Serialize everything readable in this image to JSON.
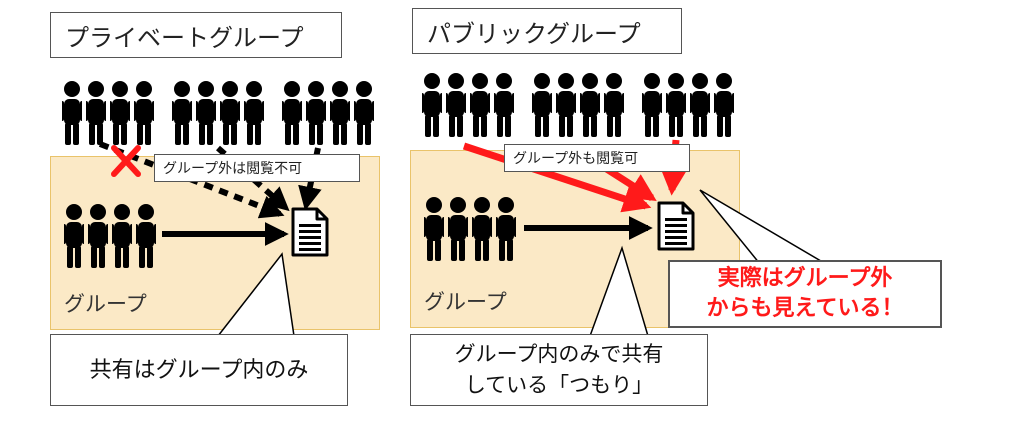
{
  "private_panel": {
    "title": "プライベートグループ",
    "group_label": "グループ",
    "note": "グループ外は閲覧不可",
    "callout": "共有はグループ内のみ"
  },
  "public_panel": {
    "title": "パブリックグループ",
    "group_label": "グループ",
    "note": "グループ外も閲覧可",
    "callout_line1": "グループ内のみで共有",
    "callout_line2": "している「つもり」",
    "warning_line1": "実際はグループ外",
    "warning_line2": "からも見えている！"
  },
  "colors": {
    "group_fill": "#fbe9c6",
    "group_border": "#e9c36a",
    "warning_red": "#ff1a1a",
    "people": "#000000"
  },
  "icons": [
    "people-icon",
    "document-icon",
    "cross-mark-icon",
    "arrow-icon"
  ]
}
